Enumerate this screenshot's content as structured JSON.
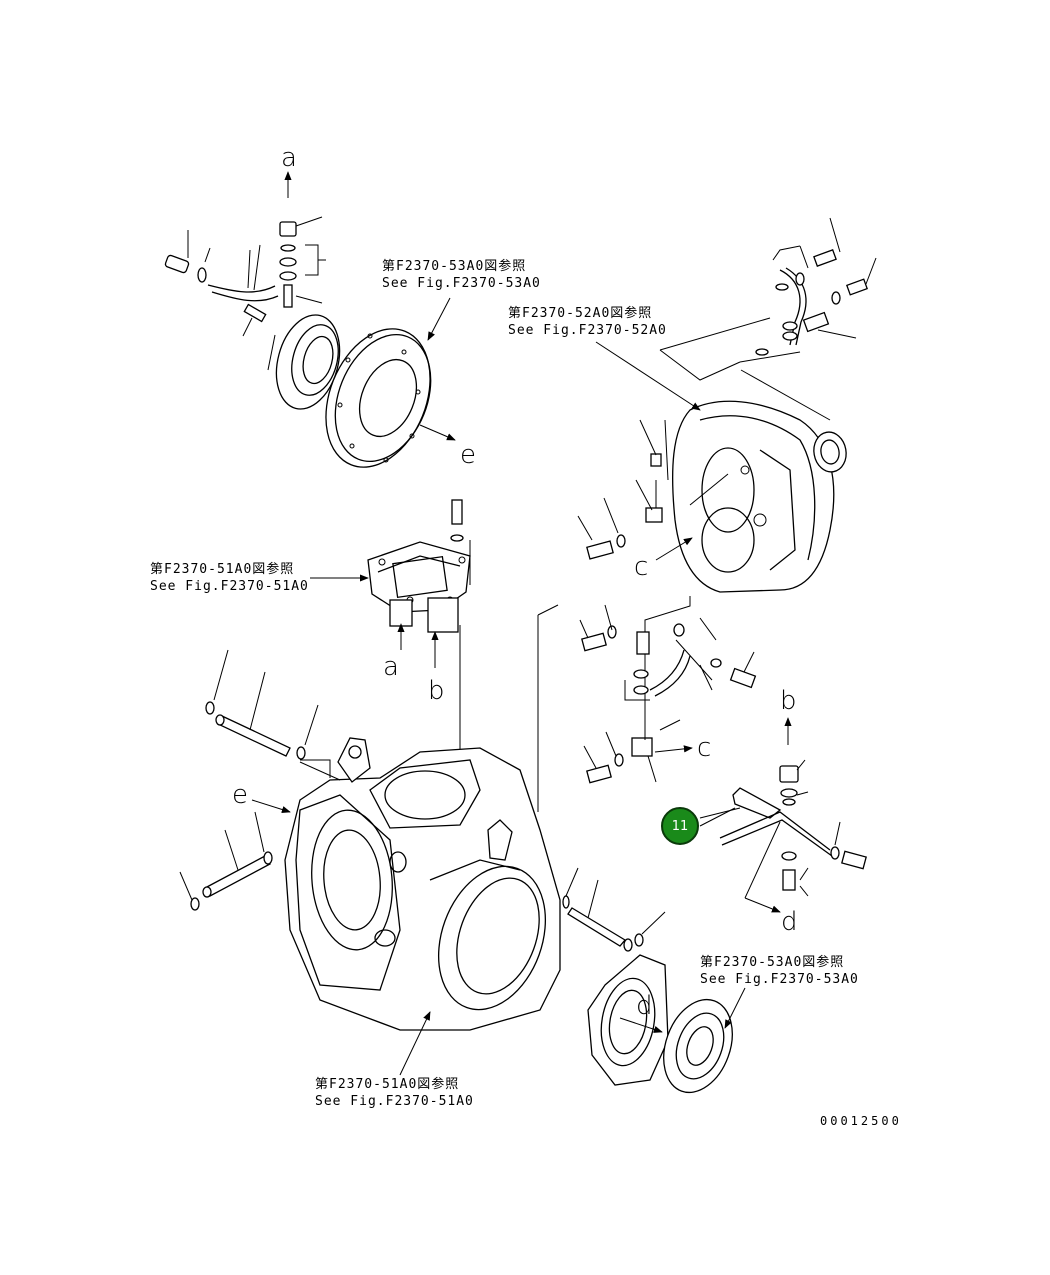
{
  "drawing": {
    "number": "00012500"
  },
  "references": {
    "top_center": {
      "line1": "第F2370-53A0図参照",
      "line2": "See Fig.F2370-53A0"
    },
    "top_right": {
      "line1": "第F2370-52A0図参照",
      "line2": "See Fig.F2370-52A0"
    },
    "middle_left": {
      "line1": "第F2370-51A0図参照",
      "line2": "See Fig.F2370-51A0"
    },
    "bottom_right": {
      "line1": "第F2370-53A0図参照",
      "line2": "See Fig.F2370-53A0"
    },
    "bottom_center": {
      "line1": "第F2370-51A0図参照",
      "line2": "See Fig.F2370-51A0"
    }
  },
  "connection_letters": {
    "a_top": "a",
    "e_right": "e",
    "c_upper": "c",
    "a_valve": "a",
    "b_valve": "b",
    "b_right": "b",
    "c_lower": "c",
    "e_left": "e",
    "d_right": "d",
    "d_cover": "d"
  },
  "callouts": {
    "part_11": "11"
  },
  "colors": {
    "callout_fill": "#1a8a1a",
    "line": "#000000"
  }
}
